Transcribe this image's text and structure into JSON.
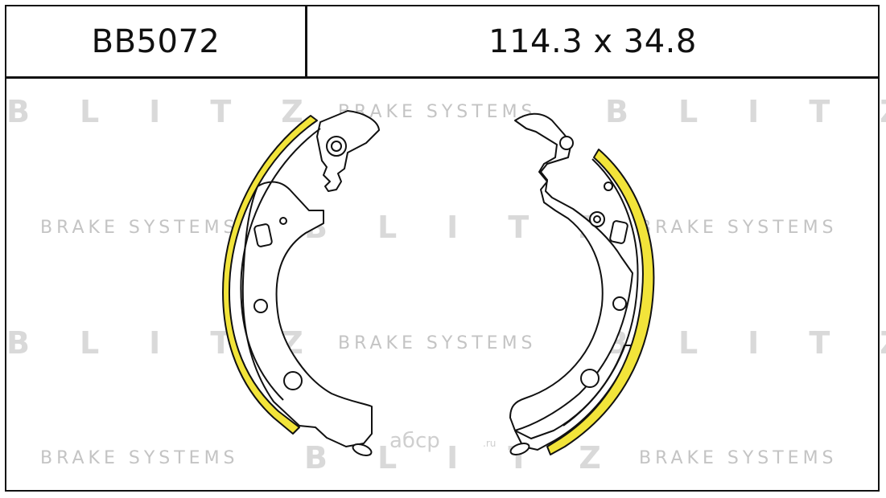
{
  "header": {
    "part_number": "BB5072",
    "dimensions": "114.3 x 34.8"
  },
  "watermark": {
    "brand": "BLITZ",
    "tagline": "BRAKE SYSTEMS",
    "shop_logo": "aбcp",
    "shop_logo_suffix": ".ru"
  },
  "colors": {
    "lining": "#f2e43a",
    "outline": "#111111",
    "watermark": "#d9d9d9"
  }
}
